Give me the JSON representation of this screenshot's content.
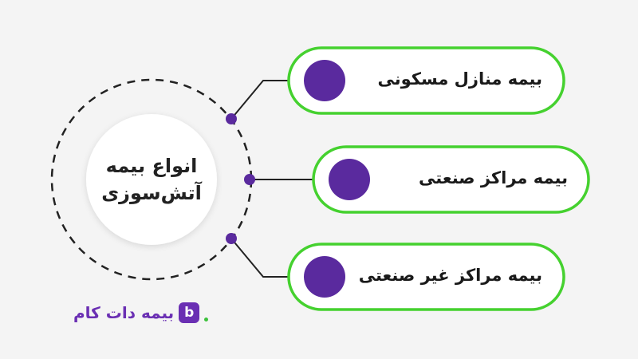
{
  "center": {
    "line1": "انواع بیمه",
    "line2": "آتش‌سوزی"
  },
  "items": [
    {
      "label": "بیمه منازل مسکونی"
    },
    {
      "label": "بیمه مراکز صنعتی"
    },
    {
      "label": "بیمه مراکز غیر صنعتی"
    }
  ],
  "logo": {
    "text": "بیمه دات کام",
    "badge": "b"
  },
  "colors": {
    "background": "#f4f4f4",
    "accent_purple": "#5a2a9e",
    "accent_green": "#45d12f",
    "dashed_ring": "#222222",
    "pill_fill": "#ffffff"
  }
}
